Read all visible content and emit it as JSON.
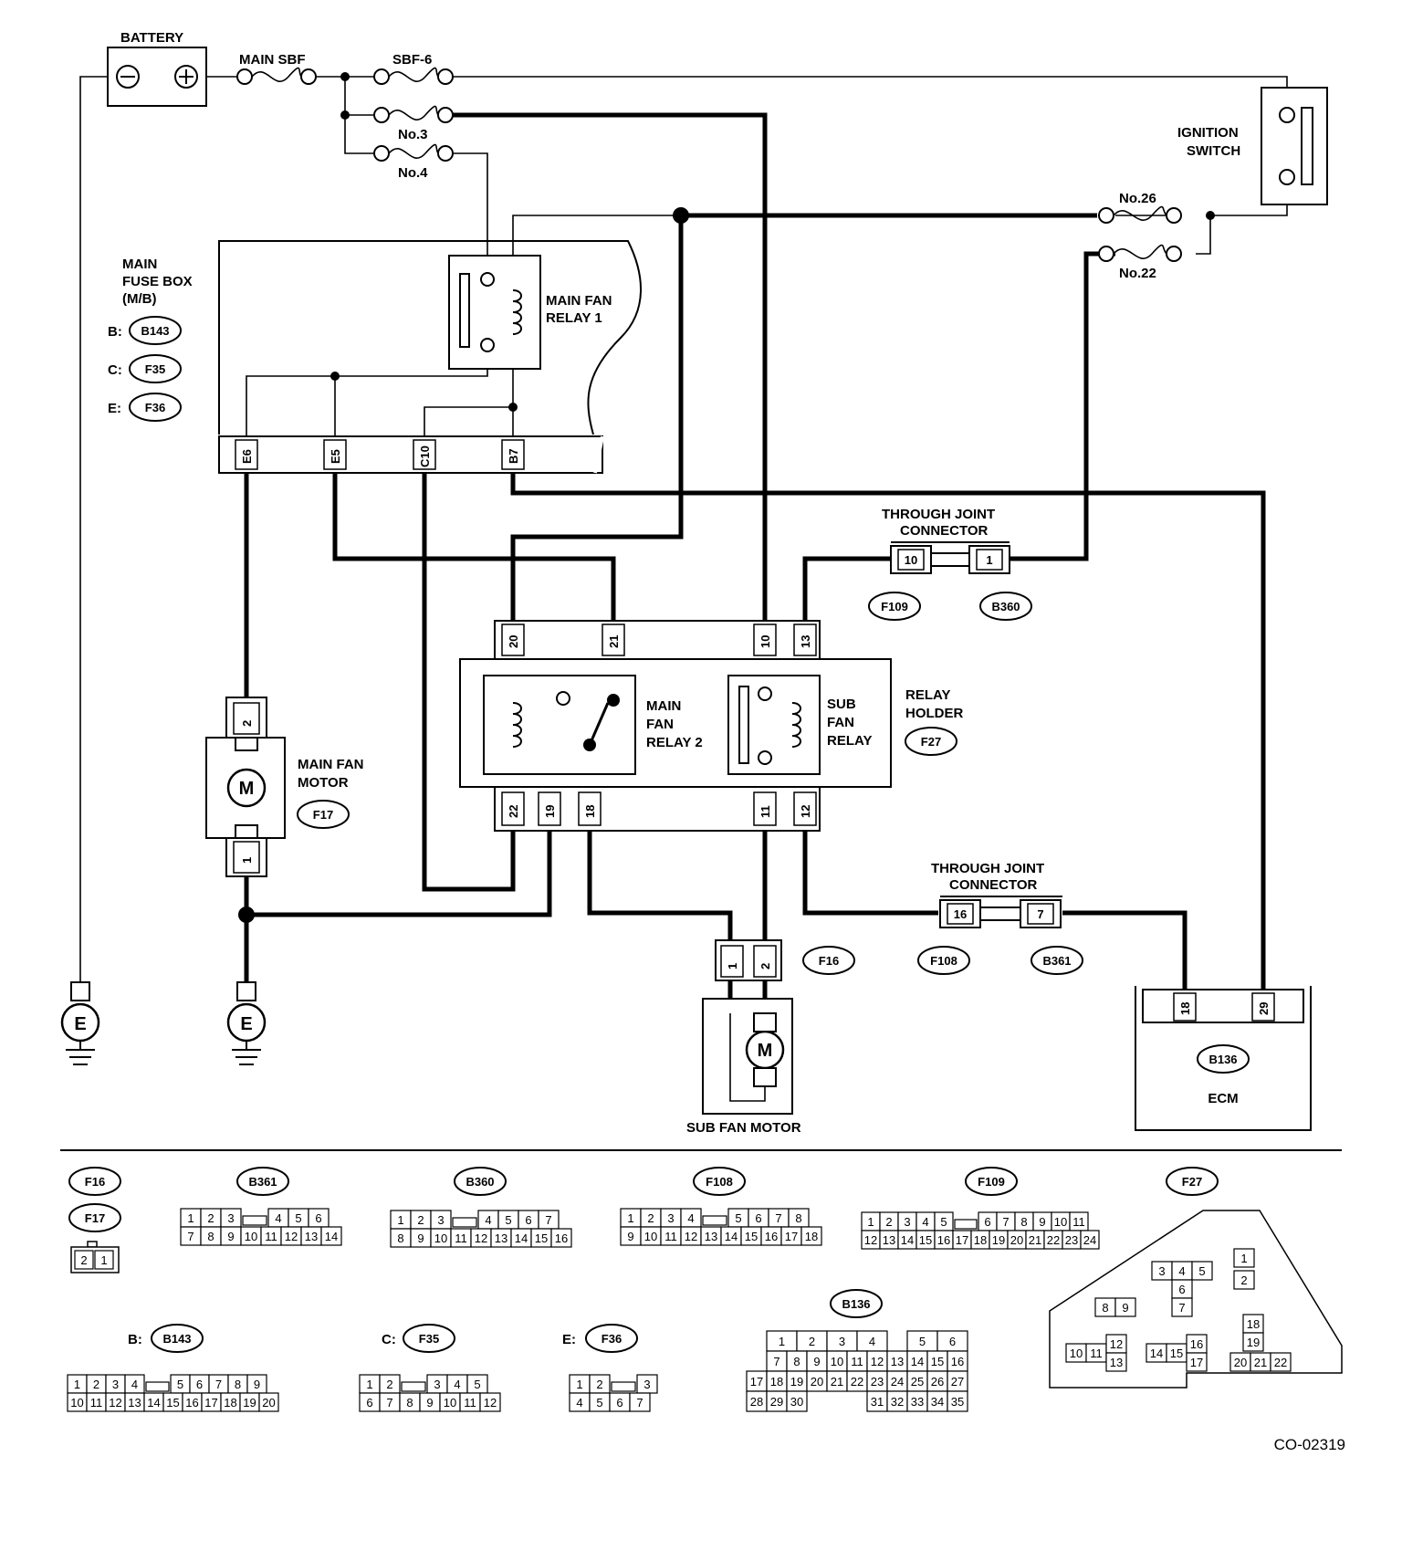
{
  "components": {
    "battery": "BATTERY",
    "main_sbf": "MAIN SBF",
    "sbf6": "SBF-6",
    "fuse_no3": "No.3",
    "fuse_no4": "No.4",
    "fuse_no26": "No.26",
    "fuse_no22": "No.22",
    "ignition_switch": [
      "IGNITION",
      "SWITCH"
    ],
    "main_fuse_box": [
      "MAIN",
      "FUSE BOX",
      "(M/B)"
    ],
    "main_fan_relay1": [
      "MAIN FAN",
      "RELAY 1"
    ],
    "main_fan_relay2": [
      "MAIN",
      "FAN",
      "RELAY 2"
    ],
    "sub_fan_relay": [
      "SUB",
      "FAN",
      "RELAY"
    ],
    "relay_holder": [
      "RELAY",
      "HOLDER"
    ],
    "main_fan_motor": [
      "MAIN FAN",
      "MOTOR"
    ],
    "sub_fan_motor": "SUB FAN MOTOR",
    "tjc": [
      "THROUGH JOINT",
      "CONNECTOR"
    ],
    "ecm": "ECM",
    "motor_symbol": "M",
    "ground": "E"
  },
  "connectors": {
    "mb_b_prefix": "B:",
    "mb_c_prefix": "C:",
    "mb_e_prefix": "E:",
    "B143": "B143",
    "F35": "F35",
    "F36": "F36",
    "F17": "F17",
    "F16": "F16",
    "F27": "F27",
    "F109": "F109",
    "B360": "B360",
    "F108": "F108",
    "B361": "B361",
    "B136": "B136"
  },
  "pins": {
    "mb": [
      "E6",
      "E5",
      "C10",
      "B7"
    ],
    "rh_top": [
      "20",
      "21",
      "10",
      "13"
    ],
    "rh_bottom": [
      "22",
      "19",
      "18",
      "11",
      "12"
    ],
    "f17": [
      "2",
      "1"
    ],
    "f16": [
      "1",
      "2"
    ],
    "ecm": [
      "18",
      "29"
    ],
    "tjc1": [
      "10",
      "1"
    ],
    "tjc2": [
      "16",
      "7"
    ]
  },
  "legend": {
    "f16_f17_row": [
      "2",
      "1"
    ],
    "b361": [
      [
        "1",
        "2",
        "3",
        "",
        "4",
        "5",
        "6"
      ],
      [
        "7",
        "8",
        "9",
        "10",
        "11",
        "12",
        "13",
        "14"
      ]
    ],
    "b360": [
      [
        "1",
        "2",
        "3",
        "",
        "4",
        "5",
        "6",
        "7"
      ],
      [
        "8",
        "9",
        "10",
        "11",
        "12",
        "13",
        "14",
        "15",
        "16"
      ]
    ],
    "f108": [
      [
        "1",
        "2",
        "3",
        "4",
        "",
        "5",
        "6",
        "7",
        "8"
      ],
      [
        "9",
        "10",
        "11",
        "12",
        "13",
        "14",
        "15",
        "16",
        "17",
        "18"
      ]
    ],
    "f109": [
      [
        "1",
        "2",
        "3",
        "4",
        "5",
        "",
        "6",
        "7",
        "8",
        "9",
        "10",
        "11"
      ],
      [
        "12",
        "13",
        "14",
        "15",
        "16",
        "17",
        "18",
        "19",
        "20",
        "21",
        "22",
        "23",
        "24"
      ]
    ],
    "b143": [
      [
        "1",
        "2",
        "3",
        "4",
        "",
        "5",
        "6",
        "7",
        "8",
        "9"
      ],
      [
        "10",
        "11",
        "12",
        "13",
        "14",
        "15",
        "16",
        "17",
        "18",
        "19",
        "20"
      ]
    ],
    "f35": [
      [
        "1",
        "2",
        "",
        "3",
        "4",
        "5"
      ],
      [
        "6",
        "7",
        "8",
        "9",
        "10",
        "11",
        "12"
      ]
    ],
    "f36": [
      [
        "1",
        "2",
        "",
        "3"
      ],
      [
        "4",
        "5",
        "6",
        "7"
      ]
    ],
    "b136": [
      [
        "1",
        "2",
        "3",
        "4",
        "",
        "5",
        "6"
      ],
      [
        "7",
        "8",
        "9",
        "10",
        "11",
        "12",
        "13",
        "14",
        "15",
        "16"
      ],
      [
        "17",
        "18",
        "19",
        "20",
        "21",
        "22",
        "23",
        "24",
        "25",
        "26",
        "27"
      ],
      [
        "28",
        "29",
        "30",
        "31",
        "32",
        "33",
        "34",
        "35"
      ]
    ],
    "f27": [
      "1",
      "2",
      "3",
      "4",
      "5",
      "6",
      "7",
      "8",
      "9",
      "10",
      "11",
      "12",
      "13",
      "14",
      "15",
      "16",
      "17",
      "18",
      "19",
      "20",
      "21",
      "22"
    ]
  },
  "figure_code": "CO-02319"
}
